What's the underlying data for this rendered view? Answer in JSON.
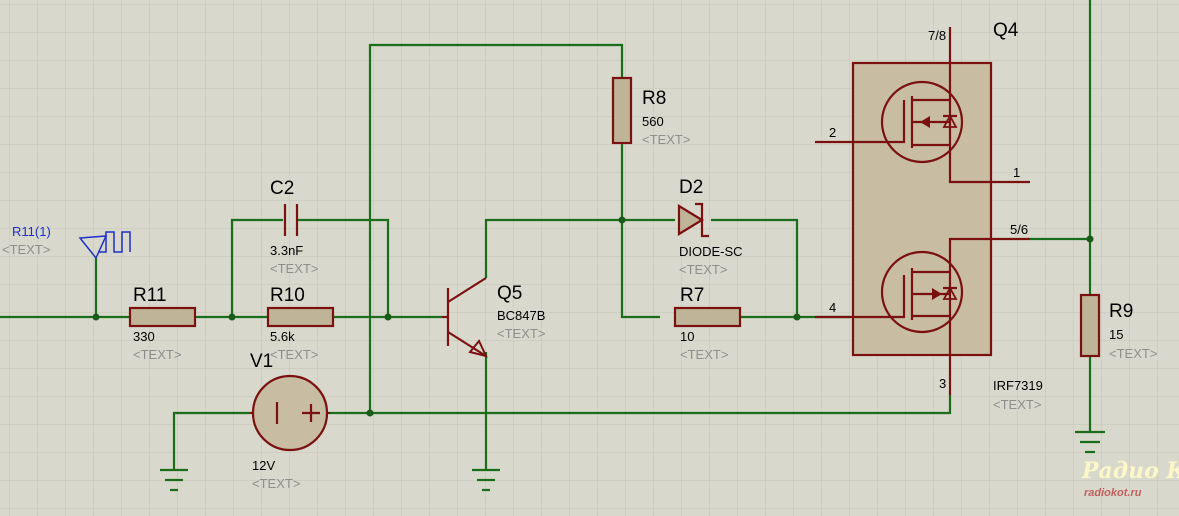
{
  "schematic": {
    "components": {
      "R11": {
        "ref": "R11",
        "value": "330",
        "text": "<TEXT>"
      },
      "R10": {
        "ref": "R10",
        "value": "5.6k",
        "text": "<TEXT>"
      },
      "C2": {
        "ref": "C2",
        "value": "3.3nF",
        "text": "<TEXT>"
      },
      "V1": {
        "ref": "V1",
        "value": "12V",
        "text": "<TEXT>"
      },
      "Q5": {
        "ref": "Q5",
        "value": "BC847B",
        "text": "<TEXT>"
      },
      "R8": {
        "ref": "R8",
        "value": "560",
        "text": "<TEXT>"
      },
      "D2": {
        "ref": "D2",
        "value": "DIODE-SC",
        "text": "<TEXT>"
      },
      "R7": {
        "ref": "R7",
        "value": "10",
        "text": "<TEXT>"
      },
      "Q4": {
        "ref": "Q4",
        "value": "IRF7319",
        "text": "<TEXT>"
      },
      "R9": {
        "ref": "R9",
        "value": "15",
        "text": "<TEXT>"
      }
    },
    "probe": {
      "label": "R11(1)",
      "text": "<TEXT>"
    },
    "pins": {
      "p78": "7/8",
      "p2": "2",
      "p1": "1",
      "p56": "5/6",
      "p4": "4",
      "p3": "3"
    }
  },
  "watermark": {
    "line1": "Радио КОТ",
    "line2": "radiokot.ru"
  },
  "colors": {
    "wire": "#1a6e1a",
    "component": "#7a1010",
    "background": "#d8d8cc",
    "grid": "#c4c4b6"
  }
}
